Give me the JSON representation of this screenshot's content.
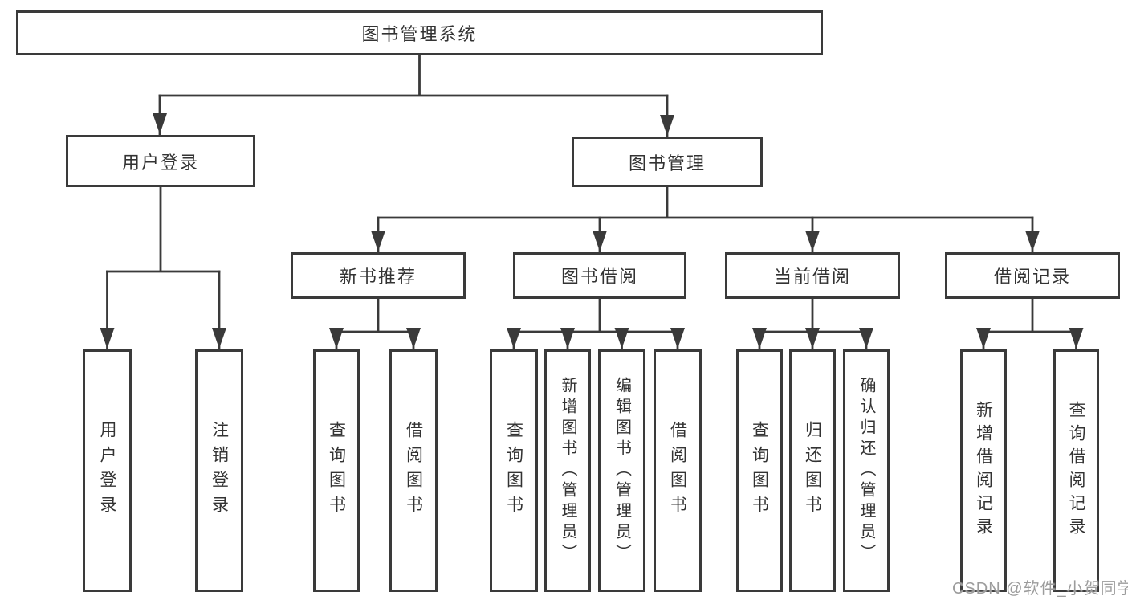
{
  "diagram_title": "图书管理系统",
  "nodes": {
    "root": {
      "label": "图书管理系统"
    },
    "userLogin": {
      "label": "用户登录"
    },
    "bookMgmt": {
      "label": "图书管理"
    },
    "newBookRec": {
      "label": "新书推荐"
    },
    "bookBorrow": {
      "label": "图书借阅"
    },
    "currentBorrow": {
      "label": "当前借阅"
    },
    "borrowRecord": {
      "label": "借阅记录"
    },
    "leafUserLogin": {
      "label": "用户登录"
    },
    "leafLogout": {
      "label": "注销登录"
    },
    "leafQueryBooks1": {
      "label": "查询图书"
    },
    "leafBorrowBooks1": {
      "label": "借阅图书"
    },
    "leafQueryBooks2": {
      "label": "查询图书"
    },
    "leafAddBooks": {
      "label": "新增图书（管理员）"
    },
    "leafEditBooks": {
      "label": "编辑图书（管理员）"
    },
    "leafBorrowBooks2": {
      "label": "借阅图书"
    },
    "leafQueryBooks3": {
      "label": "查询图书"
    },
    "leafReturnBooks": {
      "label": "归还图书"
    },
    "leafConfirmReturn": {
      "label": "确认归还（管理员）"
    },
    "leafAddBorrowRecord": {
      "label": "新增借阅记录"
    },
    "leafQueryBorrowRecord": {
      "label": "查询借阅记录"
    }
  },
  "hierarchy": {
    "图书管理系统": {
      "用户登录": [
        "用户登录",
        "注销登录"
      ],
      "图书管理": {
        "新书推荐": [
          "查询图书",
          "借阅图书"
        ],
        "图书借阅": [
          "查询图书",
          "新增图书（管理员）",
          "编辑图书（管理员）",
          "借阅图书"
        ],
        "当前借阅": [
          "查询图书",
          "归还图书",
          "确认归还（管理员）"
        ],
        "借阅记录": [
          "新增借阅记录",
          "查询借阅记录"
        ]
      }
    }
  },
  "watermark": {
    "text": "CSDN @软件_小贺同学"
  },
  "colors": {
    "line": "#3a3a3a",
    "text": "#333333",
    "watermark": "#9c9c9c",
    "background": "#ffffff"
  }
}
